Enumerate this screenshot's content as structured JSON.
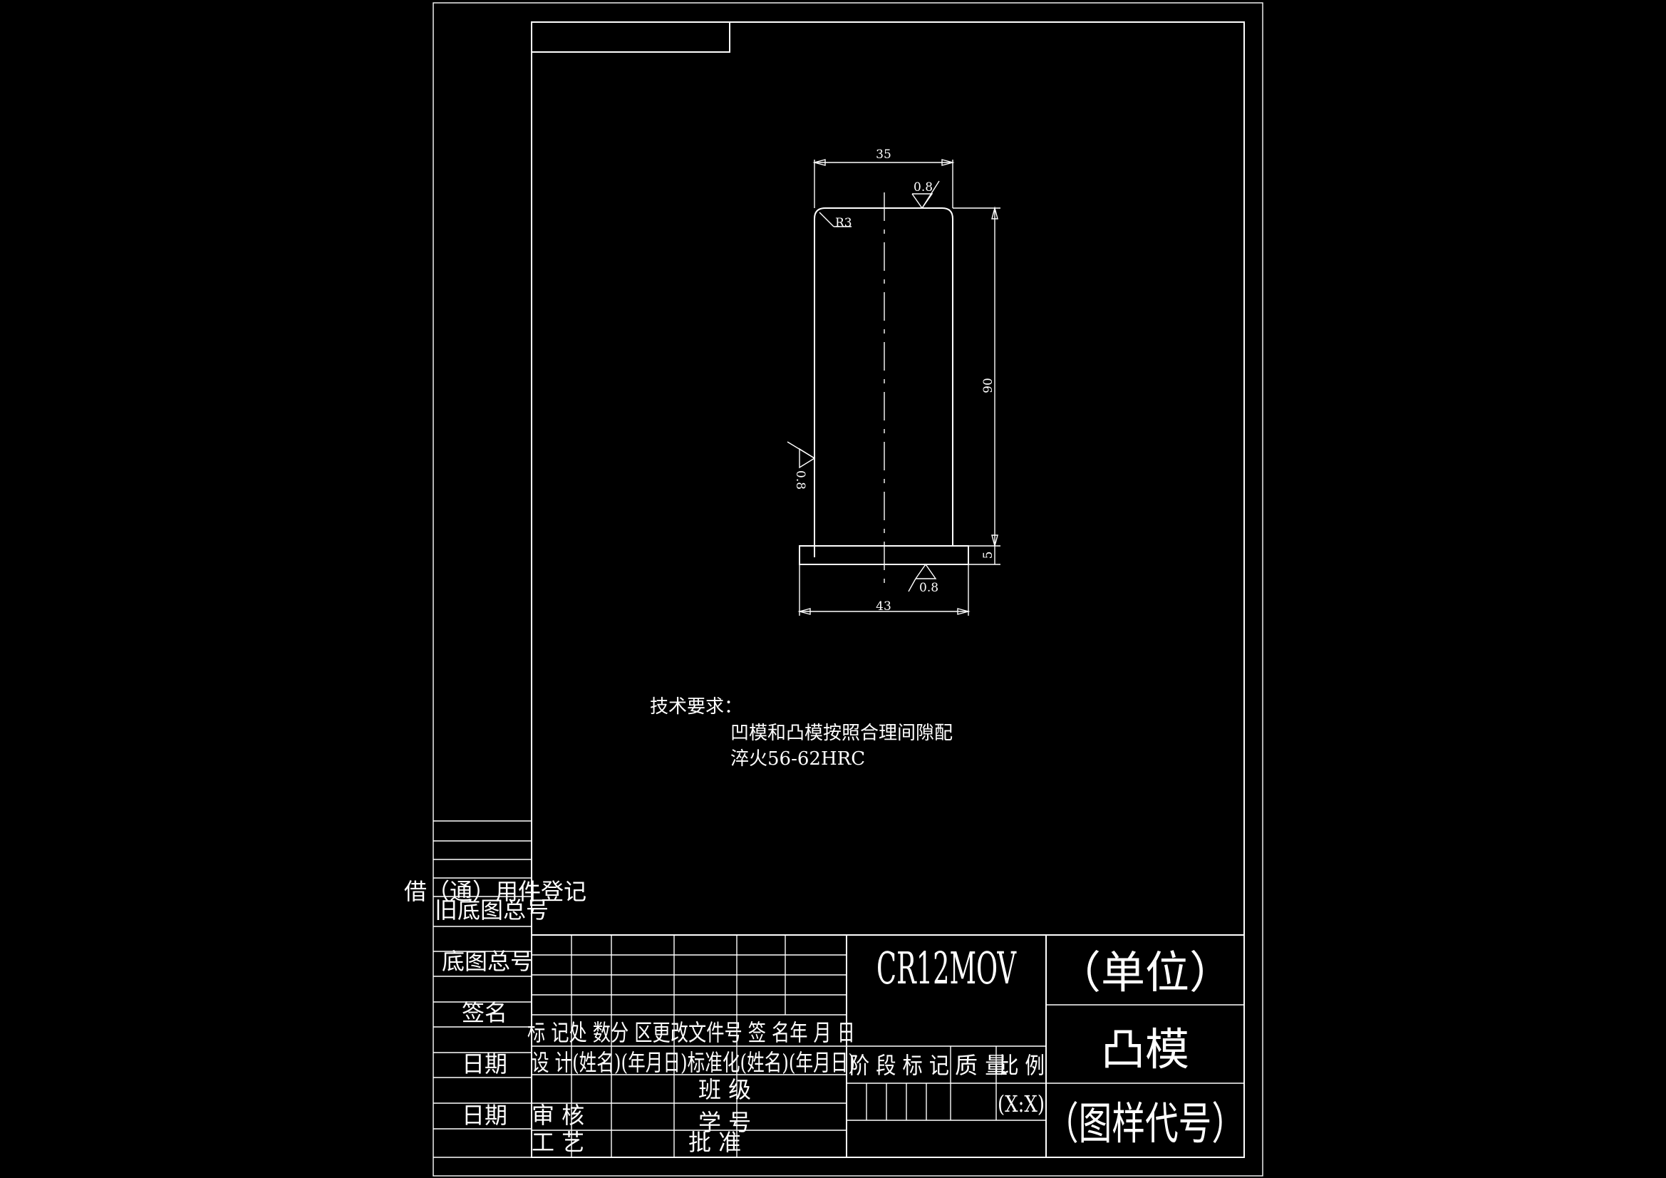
{
  "part": {
    "dims": {
      "top_width": "35",
      "height": "90",
      "base_height": "5",
      "base_width": "43",
      "fillet": "R3",
      "roughness_top": "0.8",
      "roughness_side": "0.8",
      "roughness_bottom": "0.8"
    }
  },
  "notes": {
    "heading": "技术要求：",
    "line1": "凹模和凸模按照合理间隙配",
    "line2": "淬火56-62HRC"
  },
  "side_block": {
    "borrow": "借（通）用件登记",
    "old_no": "旧底图总号",
    "base_no": "底图总号",
    "sign": "签名",
    "date1": "日期",
    "date2": "日期"
  },
  "title_block": {
    "material": "CR12MOV",
    "unit": "（单位）",
    "part_name": "凸模",
    "drawing_code": "（图样代号）",
    "rev_header": "标 记处 数分 区更改文件号 签 名年 月 日",
    "design_row": "设 计(姓名)(年月日)标准化(姓名)(年月日)",
    "stage_label": "阶 段 标 记",
    "weight_label": "质 量",
    "scale_label": "比 例",
    "scale_value": "(X:X)",
    "review": "审 核",
    "process": "工 艺",
    "class_label": "班 级",
    "student_no": "学 号",
    "approve": "批 准"
  }
}
